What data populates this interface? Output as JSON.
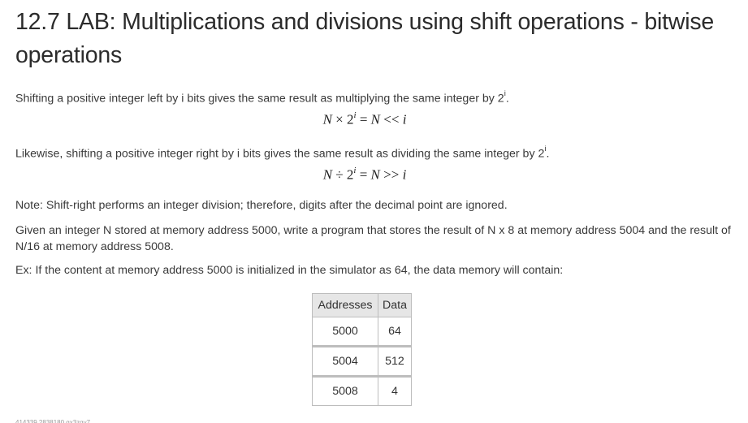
{
  "title": "12.7 LAB: Multiplications and divisions using shift operations - bitwise operations",
  "paragraphs": {
    "p1_text": "Shifting a positive integer left by i bits gives the same result as multiplying the same integer by 2",
    "p1_exp": "i",
    "p1_end": ".",
    "p2_text": "Likewise, shifting a positive integer right by i bits gives the same result as dividing the same integer by 2",
    "p2_exp": "i",
    "p2_end": ".",
    "p3": "Note: Shift-right performs an integer division; therefore, digits after the decimal point are ignored.",
    "p4": "Given an integer N stored at memory address 5000, write a program that stores the result of N x 8 at memory address 5004 and the result of N/16 at memory address 5008.",
    "p5": "Ex: If the content at memory address 5000 is initialized in the simulator as 64, the data memory will contain:"
  },
  "equations": {
    "eq1": {
      "lhs_var": "N",
      "op": "×",
      "base": "2",
      "exp": "i",
      "eq": "=",
      "rhs_var": "N",
      "shift": "<<",
      "rhs_i": "i"
    },
    "eq2": {
      "lhs_var": "N",
      "op": "÷",
      "base": "2",
      "exp": "i",
      "eq": "=",
      "rhs_var": "N",
      "shift": ">>",
      "rhs_i": "i"
    }
  },
  "table": {
    "headers": [
      "Addresses",
      "Data"
    ],
    "rows": [
      {
        "address": "5000",
        "data": "64"
      },
      {
        "address": "5004",
        "data": "512"
      },
      {
        "address": "5008",
        "data": "4"
      }
    ]
  },
  "footnote": "414339.2838180.qx3zqy7"
}
